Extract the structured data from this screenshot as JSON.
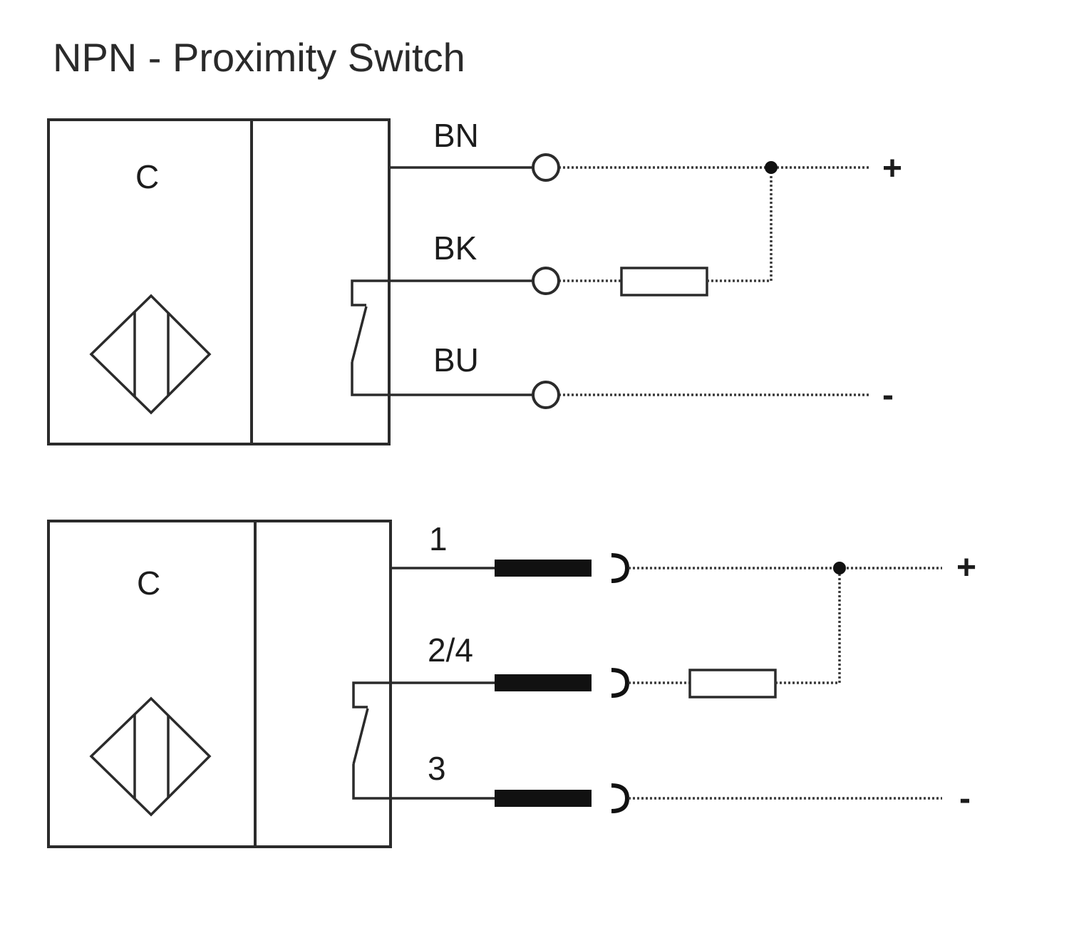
{
  "title": "NPN - Proximity Switch",
  "diagram_top": {
    "sensor_letter": "C",
    "wire_labels": [
      "BN",
      "BK",
      "BU"
    ],
    "supply_positive": "+",
    "supply_negative": "-"
  },
  "diagram_bottom": {
    "sensor_letter": "C",
    "pin_labels": [
      "1",
      "2/4",
      "3"
    ],
    "supply_positive": "+",
    "supply_negative": "-"
  }
}
